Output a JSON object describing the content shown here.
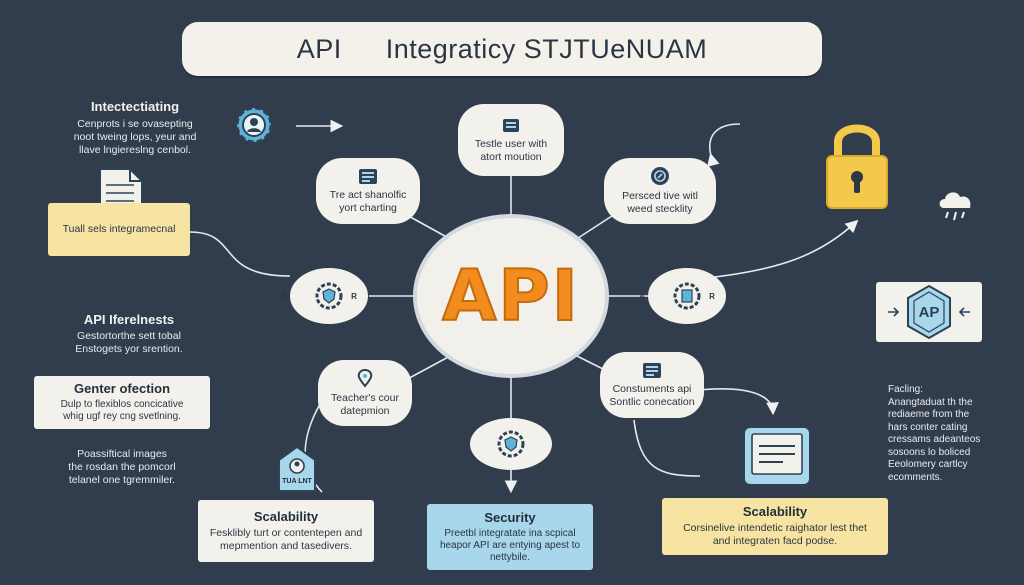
{
  "header": {
    "title_left": "API",
    "title_right": "Integraticy STJTUeNUAM"
  },
  "hub": {
    "label": "API"
  },
  "nodes": {
    "top": "Testle user with\natort moution",
    "upper_left": "Tre act shanolfic\nyort charting",
    "upper_right": "Persced tive witl\nweed stecklity",
    "left": "A  R",
    "right": "A  R",
    "lower_left": "Teacher's cour\ndatepmion",
    "lower_right": "Constuments api\nSontlic conecation"
  },
  "left_panel": {
    "interlinking_heading": "Intectectiating",
    "interlinking_text": "Cenprots i se ovasepting\nnoot tweing lops, yeur and\nllave lngiereslng cenbol.",
    "tag_label": "Tuall sels integramecnal",
    "readiness_heading": "API Iferelnests",
    "readiness_text": "Gestortorthe sett tobal\nEnstogets yor srention.",
    "gateway_heading": "Genter ofection",
    "gateway_text": "Dulp to flexiblos concicative\nwhig ugf rey cng svetlning.",
    "ecosystem_text": "Poassiftical images\nthe rosdan the pomcorl\ntelanel one tgremmiler.",
    "badge_label": "TUA LNT"
  },
  "right_panel": {
    "facing_text": "Facling:\nAnangtaduat th the\nrediaeme from the\nhars conter cating\ncressams adeanteos\nsosoons lo boliced\nEeolomery cartlcy\necomments."
  },
  "cards": [
    {
      "title": "Scalability",
      "text": "Fesklibly turt or contentepen and\nmepmention and tasedivers."
    },
    {
      "title": "Security",
      "text": "Preetbl integratate ina scpical\nheapor API are entying apest to\nnettybile."
    },
    {
      "title": "Scalability",
      "text": "Corsinelive intendetic raighator lest thet\nand integraten facd podse."
    }
  ],
  "colors": {
    "background": "#313d4c",
    "accent_orange": "#f28c1e",
    "panel_light": "#f3f1ec",
    "card_yellow": "#f7e4a2",
    "card_blue": "#a8d6ea",
    "lock_yellow": "#f3c84b",
    "gear_blue": "#5fb3d6"
  },
  "icons": [
    "gear-user-icon",
    "document-icon",
    "padlock-icon",
    "cloud-rain-icon",
    "api-chip-icon",
    "monitor-icon",
    "certificate-badge-icon",
    "shield-icon",
    "location-pin-icon",
    "server-icon"
  ]
}
